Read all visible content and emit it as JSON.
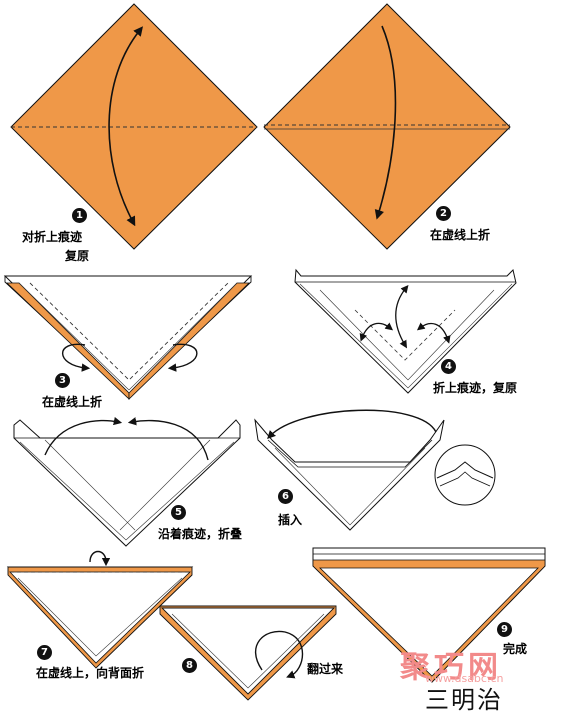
{
  "colors": {
    "paper": "#ef9848",
    "outline": "#111111",
    "crease": "#333333",
    "badge": "#111111"
  },
  "steps": [
    {
      "num": "1",
      "label": "对折上痕迹",
      "label2": "复原"
    },
    {
      "num": "2",
      "label": "在虚线上折"
    },
    {
      "num": "3",
      "label": "在虚线上折"
    },
    {
      "num": "4",
      "label": "折上痕迹，复原"
    },
    {
      "num": "5",
      "label": "沿着痕迹，折叠"
    },
    {
      "num": "6",
      "label": "插入"
    },
    {
      "num": "7",
      "label": "在虚线上，向背面折"
    },
    {
      "num": "8",
      "label": "翻过来"
    },
    {
      "num": "9",
      "label": "完成"
    }
  ],
  "title": "三明治",
  "watermark": {
    "brand": "聚巧网",
    "url": "www.dsabc.cn"
  }
}
